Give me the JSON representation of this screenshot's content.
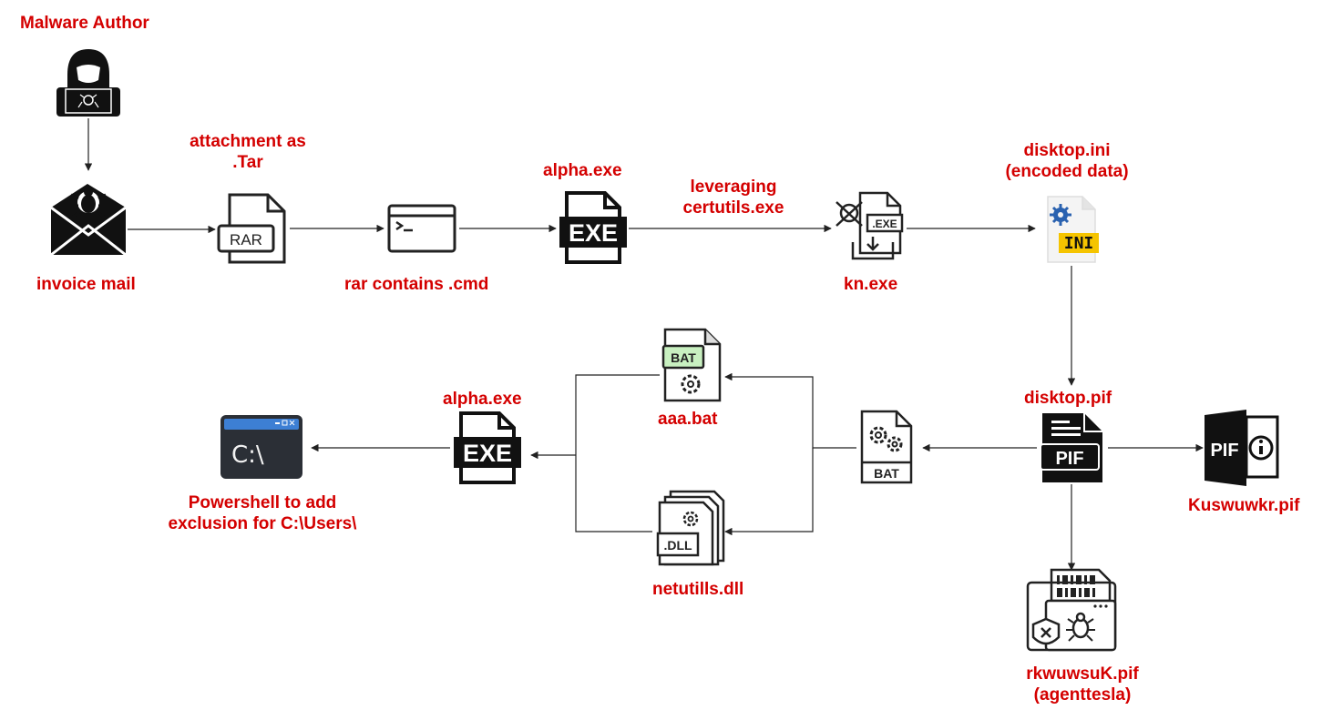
{
  "colors": {
    "label": "#d40000",
    "icon": "#111111",
    "line": "#222222",
    "ini_badge": "#f5c400",
    "gear": "#2a62b0",
    "bat_tag": "#c8f0c0",
    "console_bar": "#3d7fd4",
    "console_bg": "#2b2f36"
  },
  "nodes": {
    "author": {
      "icon": "hacker-icon",
      "lines": [
        "Malware Author"
      ]
    },
    "mail": {
      "icon": "infected-mail-icon",
      "lines": [
        "invoice mail"
      ]
    },
    "rar": {
      "icon": "rar-file-icon",
      "badge": "RAR",
      "lines": [
        "attachment as",
        ".Tar"
      ]
    },
    "cmd": {
      "icon": "terminal-window-icon",
      "lines": [
        "rar contains .cmd"
      ]
    },
    "alpha1": {
      "icon": "exe-file-icon",
      "badge": "EXE",
      "lines": [
        "alpha.exe"
      ]
    },
    "certutil": {
      "lines": [
        "leveraging",
        "certutils.exe"
      ]
    },
    "kn": {
      "icon": "malicious-exe-download-icon",
      "badge": ".EXE",
      "lines": [
        "kn.exe"
      ]
    },
    "ini": {
      "icon": "ini-file-icon",
      "badge": "INI",
      "lines": [
        "disktop.ini",
        "(encoded data)"
      ]
    },
    "pif": {
      "icon": "pif-file-icon",
      "badge": "PIF",
      "lines": [
        "disktop.pif"
      ]
    },
    "kusw": {
      "icon": "pif-info-icon",
      "badge": "PIF",
      "lines": [
        "Kuswuwkr.pif"
      ]
    },
    "agent": {
      "icon": "malware-binary-icon",
      "lines": [
        "rkwuwsuK.pif",
        "(agenttesla)"
      ]
    },
    "bat1": {
      "icon": "bat-gear-file-icon",
      "badge": "BAT"
    },
    "aaa": {
      "icon": "bat-file-icon",
      "badge": "BAT",
      "lines": [
        "aaa.bat"
      ]
    },
    "dll": {
      "icon": "dll-file-icon",
      "badge": ".DLL",
      "lines": [
        "netutills.dll"
      ]
    },
    "alpha2": {
      "icon": "exe-file-icon",
      "badge": "EXE",
      "lines": [
        "alpha.exe"
      ]
    },
    "ps": {
      "icon": "console-window-icon",
      "badge": "C:\\",
      "lines": [
        "Powershell to add",
        "exclusion for C:\\Users\\"
      ]
    }
  }
}
